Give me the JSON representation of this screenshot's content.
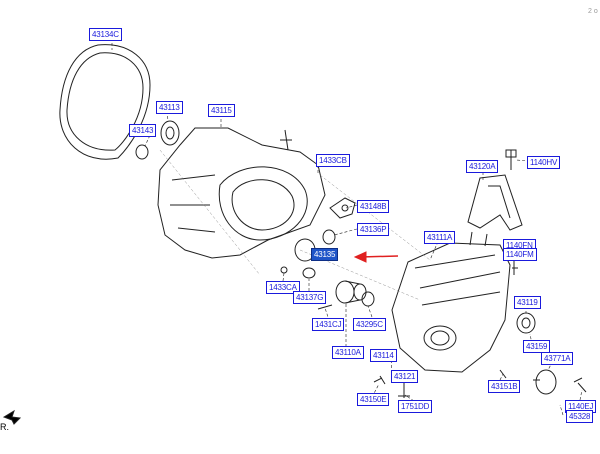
{
  "corner_note": "2 o",
  "front_label": "R.",
  "parts": {
    "p43134C": "43134C",
    "p43113": "43113",
    "p43115": "43115",
    "p43143": "43143",
    "p1433CB": "1433CB",
    "p1140HV": "1140HV",
    "p43120A": "43120A",
    "p43148B": "43148B",
    "p43136P": "43136P",
    "p43135": "43135",
    "p43111A": "43111A",
    "p1140FN": "1140FN",
    "p1140FM": "1140FM",
    "p1433CA": "1433CA",
    "p43137G": "43137G",
    "p43119": "43119",
    "p1431CJ": "1431CJ",
    "p43295C": "43295C",
    "p43110A": "43110A",
    "p43159": "43159",
    "p43114": "43114",
    "p43771A": "43771A",
    "p43121": "43121",
    "p43151B": "43151B",
    "p43150E": "43150E",
    "p1751DD": "1751DD",
    "p1140EJ": "1140EJ",
    "p45328": "45328"
  },
  "selected_part": "43135",
  "colors": {
    "label": "#1a1adc",
    "selected": "#1f55c8",
    "arrow": "#e02020",
    "line": "#222222"
  }
}
